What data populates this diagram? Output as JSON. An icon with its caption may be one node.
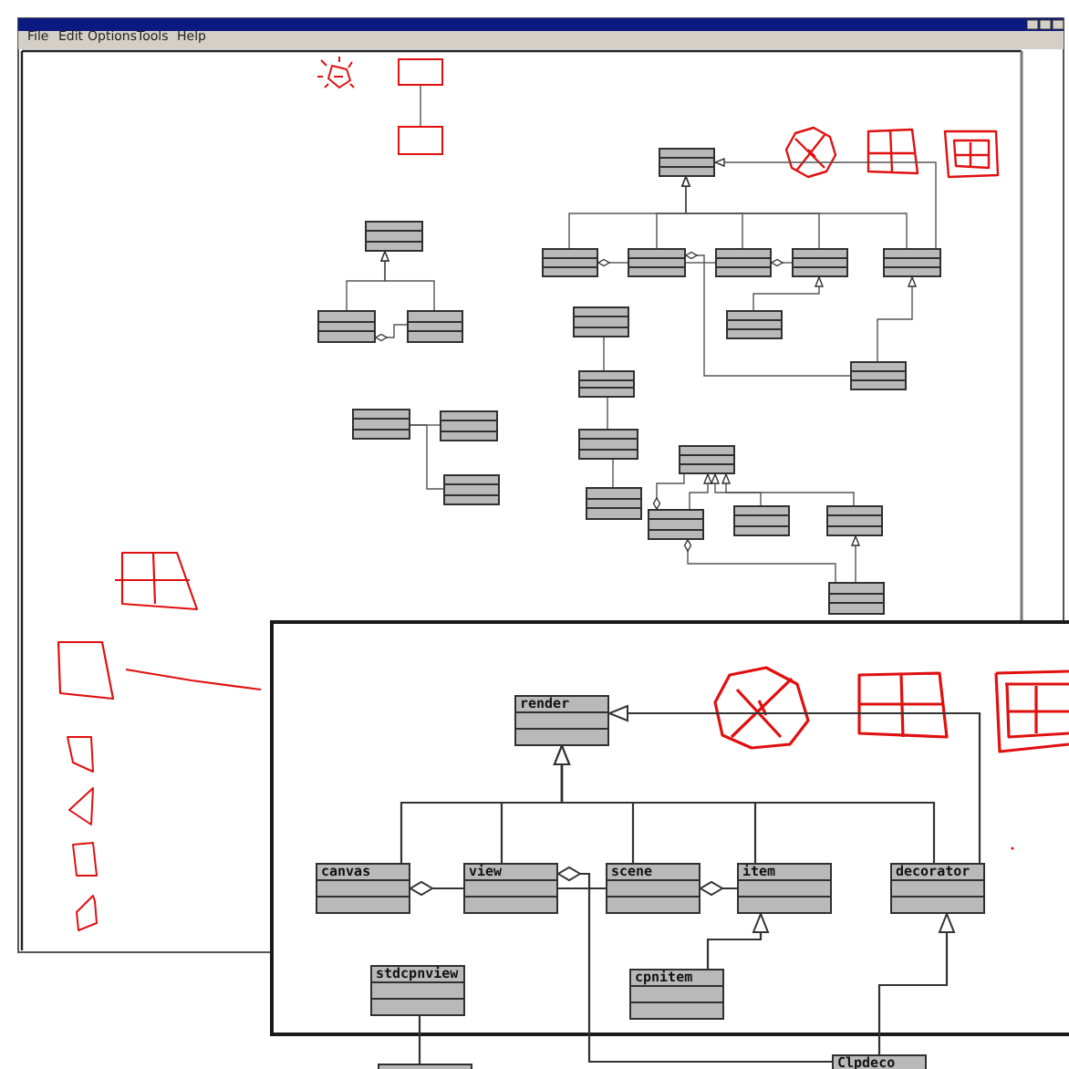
{
  "diagram": {
    "nodes": [
      {
        "text": [],
        "shape": "box"
      },
      {
        "text": [],
        "shape": "box"
      },
      {
        "text": [],
        "shape": "box"
      },
      {
        "text": [],
        "shape": "box"
      },
      {
        "text": [],
        "shape": "box"
      },
      {
        "text": [],
        "shape": "box"
      },
      {
        "text": [],
        "shape": "box"
      },
      {
        "text": [],
        "shape": "box"
      },
      {
        "text": [],
        "shape": "box"
      },
      {
        "text": [],
        "shape": "box"
      },
      {
        "text": [],
        "shape": "box"
      },
      {
        "text": [],
        "shape": "box"
      },
      {
        "text": [],
        "shape": "box"
      },
      {
        "text": [],
        "shape": "box"
      },
      {
        "text": [],
        "shape": "box"
      },
      {
        "text": [],
        "shape": "box"
      },
      {
        "text": [],
        "shape": "box"
      },
      {
        "text": [],
        "shape": "box"
      },
      {
        "text": [],
        "shape": "box"
      },
      {
        "text": [],
        "shape": "box"
      },
      {
        "text": [],
        "shape": "box"
      },
      {
        "text": [],
        "shape": "box"
      },
      {
        "text": [],
        "shape": "box"
      },
      {
        "text": [],
        "shape": "box"
      },
      {
        "text": [],
        "shape": "box"
      },
      {
        "text": [
          "render"
        ]
      },
      {
        "text": [
          "canvas"
        ]
      },
      {
        "text": [
          "view"
        ]
      },
      {
        "text": [
          "scene"
        ]
      },
      {
        "text": [
          "item"
        ]
      },
      {
        "text": [
          "decorator"
        ]
      },
      {
        "text": [
          "stdcpnview"
        ]
      },
      {
        "text": [
          "cpnitem"
        ]
      },
      {
        "text": [
          "Clpdeco"
        ]
      },
      {
        "text": [],
        "shape": "box"
      }
    ],
    "edges": [
      {
        "from": 0,
        "to": 1,
        "arrow": "none"
      },
      {
        "from": 3,
        "to": 2,
        "arrow": "to"
      },
      {
        "from": 4,
        "to": 2,
        "arrow": "to"
      },
      {
        "from": 3,
        "to": 4,
        "arrow": "other"
      },
      {
        "from": 5,
        "to": 6,
        "arrow": "none"
      },
      {
        "from": 5,
        "to": 7,
        "arrow": "none"
      },
      {
        "from": 9,
        "to": 8,
        "arrow": "to"
      },
      {
        "from": 10,
        "to": 8,
        "arrow": "to"
      },
      {
        "from": 11,
        "to": 8,
        "arrow": "to"
      },
      {
        "from": 12,
        "to": 8,
        "arrow": "to"
      },
      {
        "from": 13,
        "to": 8,
        "arrow": "to"
      },
      {
        "from": 9,
        "to": 10,
        "arrow": "other"
      },
      {
        "from": 11,
        "to": 12,
        "arrow": "other"
      },
      {
        "from": 10,
        "to": 11,
        "arrow": "none"
      },
      {
        "from": 10,
        "to": 16,
        "arrow": "other"
      },
      {
        "from": 15,
        "to": 12,
        "arrow": "to"
      },
      {
        "from": 16,
        "to": 13,
        "arrow": "to"
      },
      {
        "from": 13,
        "to": 8,
        "arrow": "to"
      },
      {
        "from": 14,
        "to": 17,
        "arrow": "none"
      },
      {
        "from": 17,
        "to": 18,
        "arrow": "none"
      },
      {
        "from": 18,
        "to": 19,
        "arrow": "none"
      },
      {
        "from": 21,
        "to": 20,
        "arrow": "to"
      },
      {
        "from": 22,
        "to": 20,
        "arrow": "to"
      },
      {
        "from": 23,
        "to": 20,
        "arrow": "to"
      },
      {
        "from": 21,
        "to": 20,
        "arrow": "other"
      },
      {
        "from": 24,
        "to": 23,
        "arrow": "to"
      },
      {
        "from": 21,
        "to": 24,
        "arrow": "other"
      },
      {
        "from": 26,
        "to": 25,
        "arrow": "to"
      },
      {
        "from": 27,
        "to": 25,
        "arrow": "to"
      },
      {
        "from": 28,
        "to": 25,
        "arrow": "to"
      },
      {
        "from": 29,
        "to": 25,
        "arrow": "to"
      },
      {
        "from": 30,
        "to": 25,
        "arrow": "to"
      },
      {
        "from": 26,
        "to": 27,
        "arrow": "other"
      },
      {
        "from": 27,
        "to": 28,
        "arrow": "none"
      },
      {
        "from": 28,
        "to": 29,
        "arrow": "other"
      },
      {
        "from": 27,
        "to": 33,
        "arrow": "other"
      },
      {
        "from": 32,
        "to": 29,
        "arrow": "to"
      },
      {
        "from": 33,
        "to": 30,
        "arrow": "to"
      },
      {
        "from": 30,
        "to": 25,
        "arrow": "to"
      },
      {
        "from": 31,
        "to": 34,
        "arrow": "none"
      }
    ],
    "labels": [
      "File",
      "Edit",
      "Options",
      "Tools",
      "Help"
    ]
  }
}
